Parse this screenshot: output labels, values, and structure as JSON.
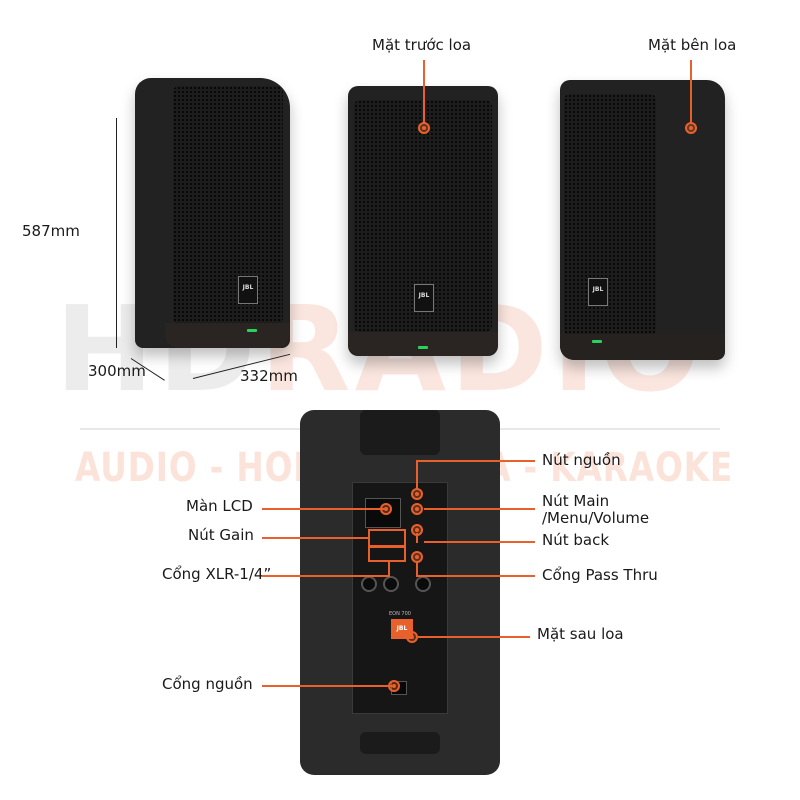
{
  "watermark": {
    "brand_part1": "HD",
    "brand_part2": "RADIO",
    "tagline": "AUDIO - HOME CINEMA - KARAOKE"
  },
  "dimensions": {
    "height": "587mm",
    "depth": "300mm",
    "width": "332mm"
  },
  "top_views": {
    "front_label": "Mặt trước loa",
    "side_label": "Mặt bên loa",
    "logo_text": "JBL"
  },
  "rear_view": {
    "model_text": "EON 700",
    "labels_left": [
      {
        "id": "lcd",
        "text": "Màn LCD"
      },
      {
        "id": "gain",
        "text": "Nút Gain"
      },
      {
        "id": "xlr",
        "text": "Cổng XLR-1/4”"
      },
      {
        "id": "power-port",
        "text": "Cổng nguồn"
      }
    ],
    "labels_right": [
      {
        "id": "power-button",
        "text": "Nút nguồn"
      },
      {
        "id": "main-menu-volume",
        "text": "Nút Main\n/Menu/Volume"
      },
      {
        "id": "back",
        "text": "Nút back"
      },
      {
        "id": "pass-thru",
        "text": "Cổng Pass Thru"
      },
      {
        "id": "rear-face",
        "text": "Mặt sau loa"
      }
    ]
  },
  "colors": {
    "accent": "#e8612c",
    "speaker_body": "#222222",
    "led_green": "#29d35a",
    "watermark_gray": "#ececec",
    "watermark_peach": "#fbe6df"
  }
}
